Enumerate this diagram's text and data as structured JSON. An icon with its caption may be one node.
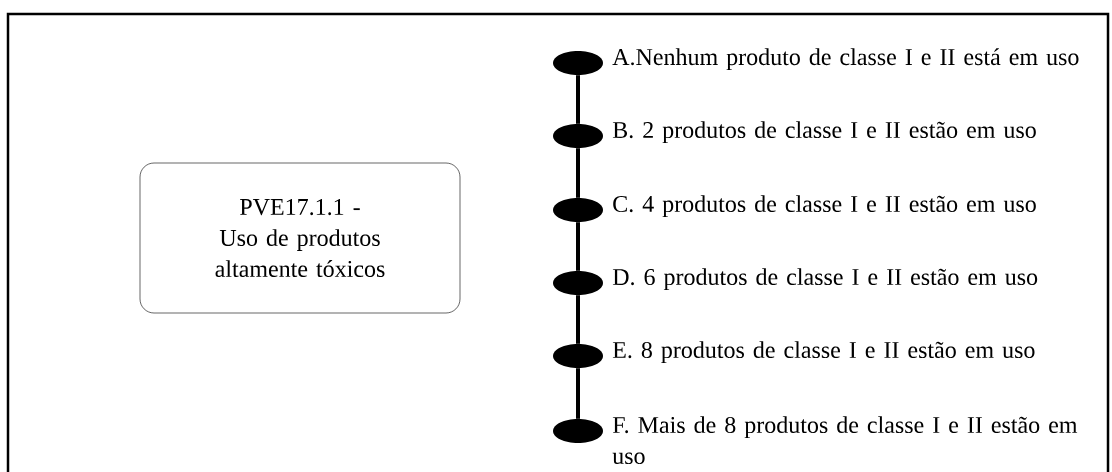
{
  "diagram": {
    "nodes": [
      {
        "text": [
          "PVE17.1.1 - Uso de produtos altamente tóxicos"
        ]
      },
      {
        "text": [],
        "shape": "circle",
        "beside": [
          "A.Nenhum produto de classe I e II está em uso"
        ]
      },
      {
        "text": [],
        "shape": "circle",
        "beside": [
          "B. 2 produtos de classe I e II estão em uso"
        ]
      },
      {
        "text": [],
        "shape": "circle",
        "beside": [
          "C. 4 produtos de classe I e II estão em uso"
        ]
      },
      {
        "text": [],
        "shape": "circle",
        "beside": [
          "D. 6  produtos de classe I e II estão em uso"
        ]
      },
      {
        "text": [],
        "shape": "circle",
        "beside": [
          "E. 8  produtos de classe I e II estão em uso"
        ]
      },
      {
        "text": [],
        "shape": "circle",
        "beside": [
          "F. Mais de 8 produtos de classe I e II estão em uso"
        ]
      }
    ],
    "edges": [
      {
        "from": 1,
        "to": 2,
        "arrow": "none"
      },
      {
        "from": 2,
        "to": 3,
        "arrow": "none"
      },
      {
        "from": 3,
        "to": 4,
        "arrow": "none"
      },
      {
        "from": 4,
        "to": 5,
        "arrow": "none"
      },
      {
        "from": 5,
        "to": 6,
        "arrow": "none"
      }
    ]
  }
}
